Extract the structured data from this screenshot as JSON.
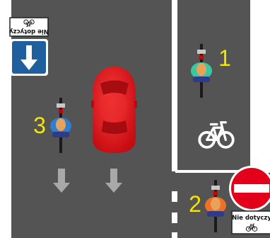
{
  "colors": {
    "road": "#545454",
    "lane_marking": "#ffffff",
    "sign_blue": "#1f5f9e",
    "sign_red": "#e2001a",
    "car": "#e4141b",
    "label_yellow": "#f5e600",
    "helmet_1": "#39c9a0",
    "helmet_2": "#f07028",
    "helmet_3": "#2f7fd0",
    "arrow_grey": "#a8a8a8"
  },
  "labels": {
    "cyclist_1": "1",
    "cyclist_2": "2",
    "cyclist_3": "3"
  },
  "plates": {
    "top_left_text": "Nie dotyczy",
    "bottom_right_text": "Nie dotyczy"
  },
  "signs": {
    "one_way": "one-way-down-sign",
    "no_entry": "no-entry-sign",
    "bicycle_pictogram": "bicycle-icon"
  }
}
